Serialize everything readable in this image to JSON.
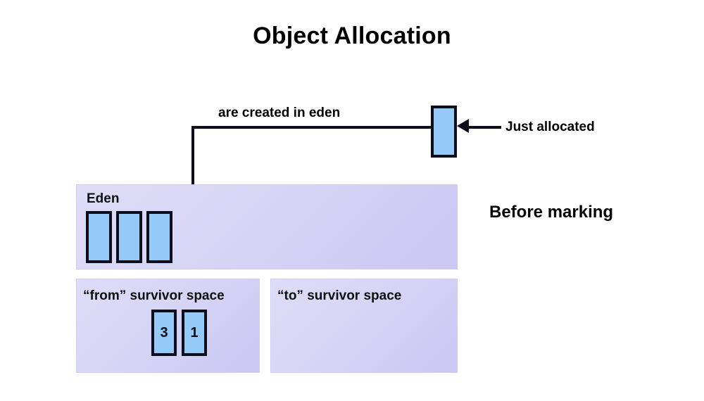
{
  "diagram": {
    "title": "Object Allocation",
    "stage_label": "Before marking"
  },
  "callouts": {
    "created_in_eden": "are created in eden",
    "just_allocated": "Just allocated"
  },
  "heap": {
    "pools": [
      {
        "id": "eden",
        "label": "Eden",
        "objects": [
          {
            "label": ""
          },
          {
            "label": ""
          },
          {
            "label": ""
          }
        ]
      },
      {
        "id": "from-survivor",
        "label": "“from” survivor  space",
        "objects": [
          {
            "label": "3"
          },
          {
            "label": "1"
          }
        ]
      },
      {
        "id": "to-survivor",
        "label": "“to” survivor  space",
        "objects": []
      }
    ]
  },
  "allocated_object": {
    "label": ""
  },
  "colors": {
    "object_fill": "#95c9f7",
    "object_border": "#0d0d1c",
    "pool_fill": "#d7d5f5",
    "background": "#ffffff",
    "text": "#000000"
  }
}
